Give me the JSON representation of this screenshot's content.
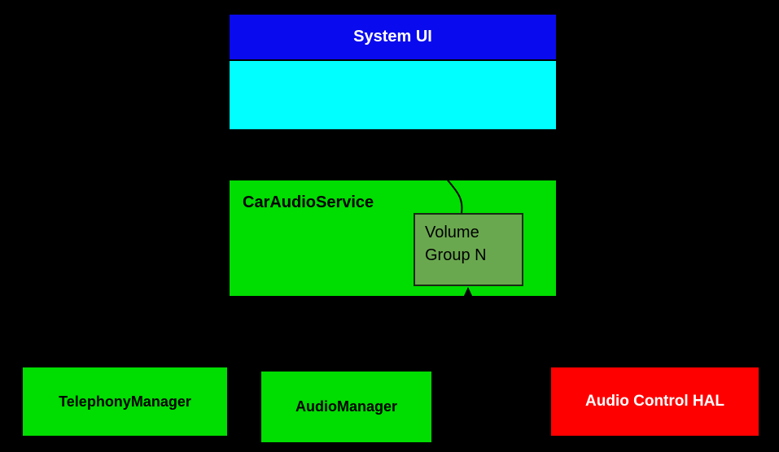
{
  "canvas": {
    "background": "#000000"
  },
  "nodes": {
    "system_ui": {
      "label": "System UI",
      "header_bg": "#0a0aee",
      "body_bg": "#00ffff",
      "text_color": "#ffffff"
    },
    "car_audio_service": {
      "label": "CarAudioService",
      "bg": "#00dd00",
      "text_color": "#000000"
    },
    "volume_group": {
      "label": "Volume Group N",
      "bg": "#6aa84f",
      "text_color": "#000000"
    },
    "telephony_manager": {
      "label": "TelephonyManager",
      "bg": "#00dd00",
      "text_color": "#000000"
    },
    "audio_manager": {
      "label": "AudioManager",
      "bg": "#00dd00",
      "text_color": "#000000"
    },
    "audio_control_hal": {
      "label": "Audio Control HAL",
      "bg": "#ff0000",
      "text_color": "#ffffff"
    }
  },
  "connectors": {
    "curve_into_volume_group": "line from System UI area into Volume Group N",
    "arrow_up_into_volume_group": "arrow from below pointing up into Volume Group N"
  }
}
